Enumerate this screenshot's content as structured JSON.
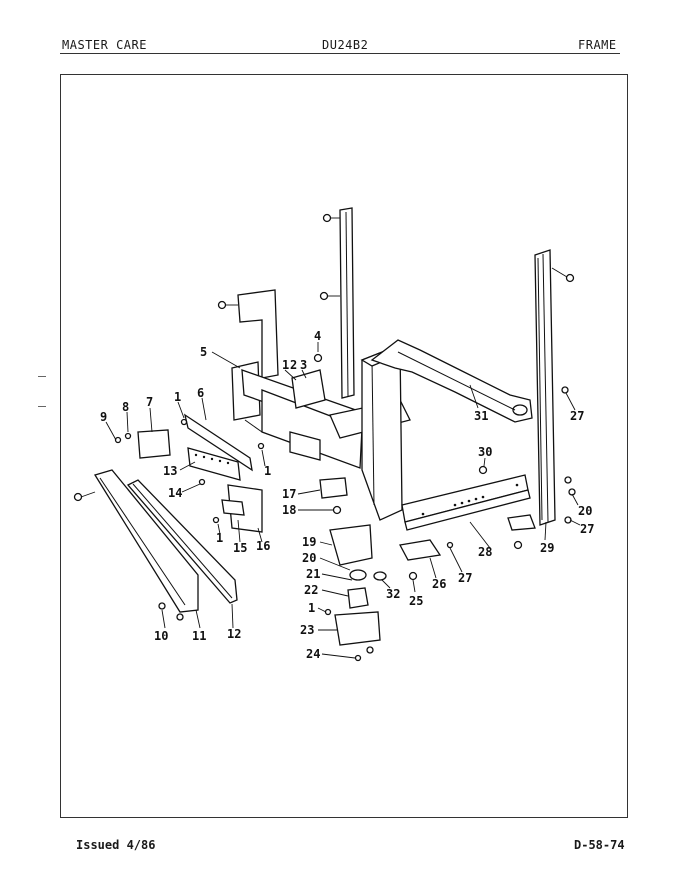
{
  "header": {
    "brand": "MASTER CARE",
    "model": "DU24B2",
    "section": "FRAME"
  },
  "footer": {
    "issued": "Issued 4/86",
    "page_code": "D-58-74"
  },
  "callouts": [
    {
      "id": "c1a",
      "label": "1"
    },
    {
      "id": "c2",
      "label": "2"
    },
    {
      "id": "c3",
      "label": "3"
    },
    {
      "id": "c4",
      "label": "4"
    },
    {
      "id": "c5",
      "label": "5"
    },
    {
      "id": "c6",
      "label": "6"
    },
    {
      "id": "c7",
      "label": "7"
    },
    {
      "id": "c8",
      "label": "8"
    },
    {
      "id": "c9",
      "label": "9"
    },
    {
      "id": "c1b",
      "label": "1"
    },
    {
      "id": "c1c",
      "label": "1"
    },
    {
      "id": "c13",
      "label": "13"
    },
    {
      "id": "c14",
      "label": "14"
    },
    {
      "id": "c1d",
      "label": "1"
    },
    {
      "id": "c15",
      "label": "15"
    },
    {
      "id": "c16",
      "label": "16"
    },
    {
      "id": "c17",
      "label": "17"
    },
    {
      "id": "c18",
      "label": "18"
    },
    {
      "id": "c19",
      "label": "19"
    },
    {
      "id": "c20",
      "label": "20"
    },
    {
      "id": "c21",
      "label": "21"
    },
    {
      "id": "c22",
      "label": "22"
    },
    {
      "id": "c1e",
      "label": "1"
    },
    {
      "id": "c23",
      "label": "23"
    },
    {
      "id": "c24",
      "label": "24"
    },
    {
      "id": "c32",
      "label": "32"
    },
    {
      "id": "c25",
      "label": "25"
    },
    {
      "id": "c26",
      "label": "26"
    },
    {
      "id": "c27a",
      "label": "27"
    },
    {
      "id": "c28",
      "label": "28"
    },
    {
      "id": "c29",
      "label": "29"
    },
    {
      "id": "c27b",
      "label": "27"
    },
    {
      "id": "c20b",
      "label": "20"
    },
    {
      "id": "c27c",
      "label": "27"
    },
    {
      "id": "c30",
      "label": "30"
    },
    {
      "id": "c31",
      "label": "31"
    },
    {
      "id": "c10",
      "label": "10"
    },
    {
      "id": "c11",
      "label": "11"
    },
    {
      "id": "c12",
      "label": "12"
    }
  ]
}
